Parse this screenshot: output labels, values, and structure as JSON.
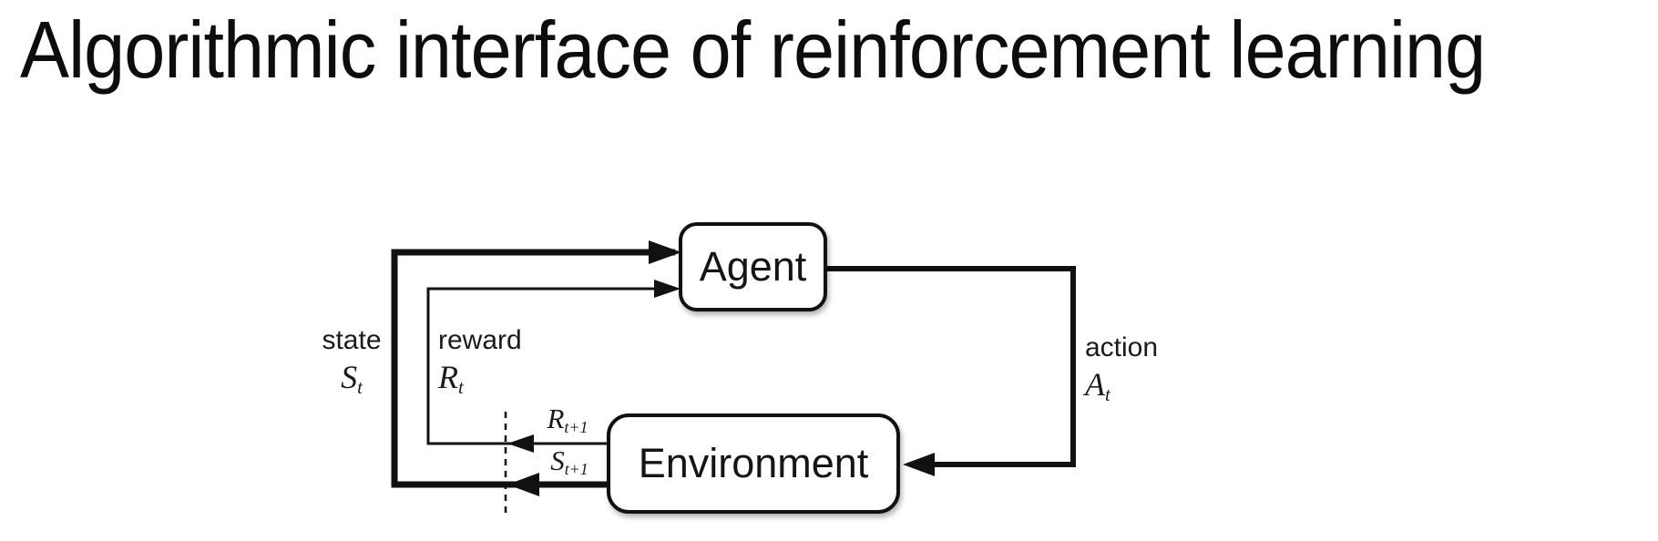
{
  "title": "Algorithmic interface of reinforcement learning",
  "colors": {
    "background": "#ffffff",
    "line": "#111111",
    "text": "#111111"
  },
  "diagram": {
    "agent": {
      "label": "Agent"
    },
    "environment": {
      "label": "Environment"
    },
    "labels": {
      "state": {
        "word": "state",
        "symbol": "S",
        "subscript": "t"
      },
      "reward": {
        "word": "reward",
        "symbol": "R",
        "subscript": "t"
      },
      "action": {
        "word": "action",
        "symbol": "A",
        "subscript": "t"
      },
      "next_reward": {
        "symbol": "R",
        "subscript": "t+1"
      },
      "next_state": {
        "symbol": "S",
        "subscript": "t+1"
      }
    }
  }
}
